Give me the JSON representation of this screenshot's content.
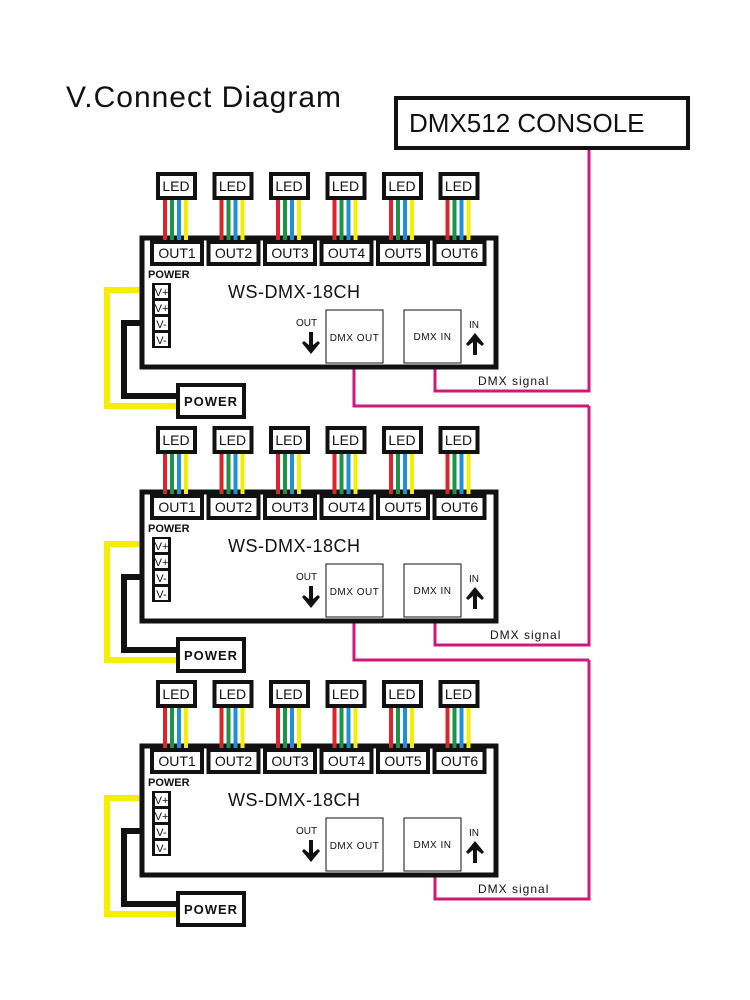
{
  "title": "V.Connect Diagram",
  "console": {
    "label": "DMX512 CONSOLE"
  },
  "colors": {
    "signal": "#d0187c",
    "power_positive": "#f5ee00",
    "power_negative": "#111111",
    "wire_red": "#d8262a",
    "wire_green": "#1b9444",
    "wire_blue": "#1e8fd8",
    "wire_yellow": "#f5ee00",
    "outline": "#111111"
  },
  "controllers": [
    {
      "model": "WS-DMX-18CH",
      "power_header": "POWER",
      "terminals": [
        "V+",
        "V+",
        "V-",
        "V-"
      ],
      "outputs": [
        "OUT1",
        "OUT2",
        "OUT3",
        "OUT4",
        "OUT5",
        "OUT6"
      ],
      "led_label": "LED",
      "dmx_out": {
        "label": "DMX OUT",
        "direction": "OUT",
        "connected": true
      },
      "dmx_in": {
        "label": "DMX IN",
        "direction": "IN"
      },
      "signal_label": "DMX  signal",
      "psu_label": "POWER"
    },
    {
      "model": "WS-DMX-18CH",
      "power_header": "POWER",
      "terminals": [
        "V+",
        "V+",
        "V-",
        "V-"
      ],
      "outputs": [
        "OUT1",
        "OUT2",
        "OUT3",
        "OUT4",
        "OUT5",
        "OUT6"
      ],
      "led_label": "LED",
      "dmx_out": {
        "label": "DMX OUT",
        "direction": "OUT",
        "connected": true
      },
      "dmx_in": {
        "label": "DMX IN",
        "direction": "IN"
      },
      "signal_label": "DMX  signal",
      "psu_label": "POWER"
    },
    {
      "model": "WS-DMX-18CH",
      "power_header": "POWER",
      "terminals": [
        "V+",
        "V+",
        "V-",
        "V-"
      ],
      "outputs": [
        "OUT1",
        "OUT2",
        "OUT3",
        "OUT4",
        "OUT5",
        "OUT6"
      ],
      "led_label": "LED",
      "dmx_out": {
        "label": "DMX OUT",
        "direction": "OUT",
        "connected": false
      },
      "dmx_in": {
        "label": "DMX IN",
        "direction": "IN"
      },
      "signal_label": "DMX  signal",
      "psu_label": "POWER"
    }
  ]
}
